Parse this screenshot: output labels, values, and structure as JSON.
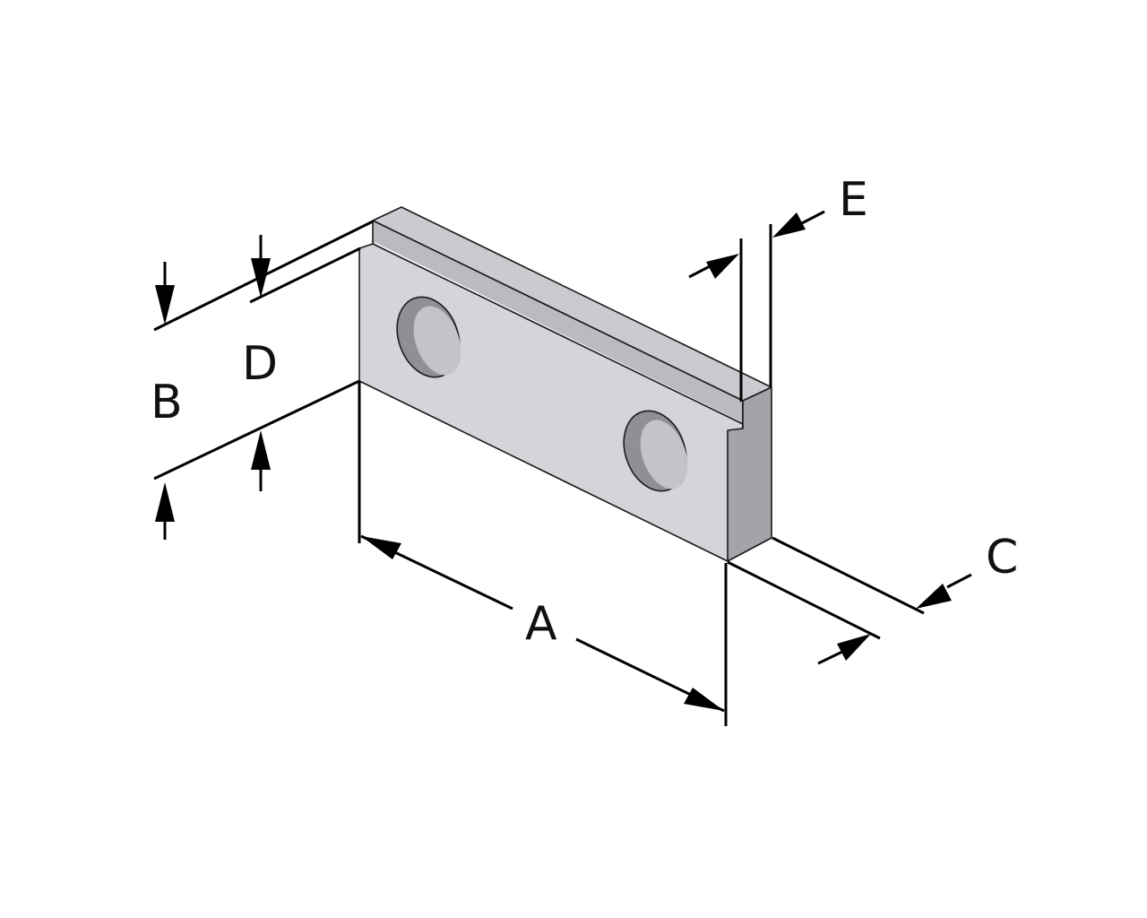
{
  "labels": {
    "A": "A",
    "B": "B",
    "C": "C",
    "D": "D",
    "E": "E"
  },
  "colors": {
    "front_face": "#d3d5d9",
    "top_face": "#c9cbcf",
    "side_face": "#a2a4a8",
    "groove": "#b9bbbf",
    "hole": "#8e9094",
    "hole_shadow": "#6f7175",
    "line": "#000000"
  }
}
